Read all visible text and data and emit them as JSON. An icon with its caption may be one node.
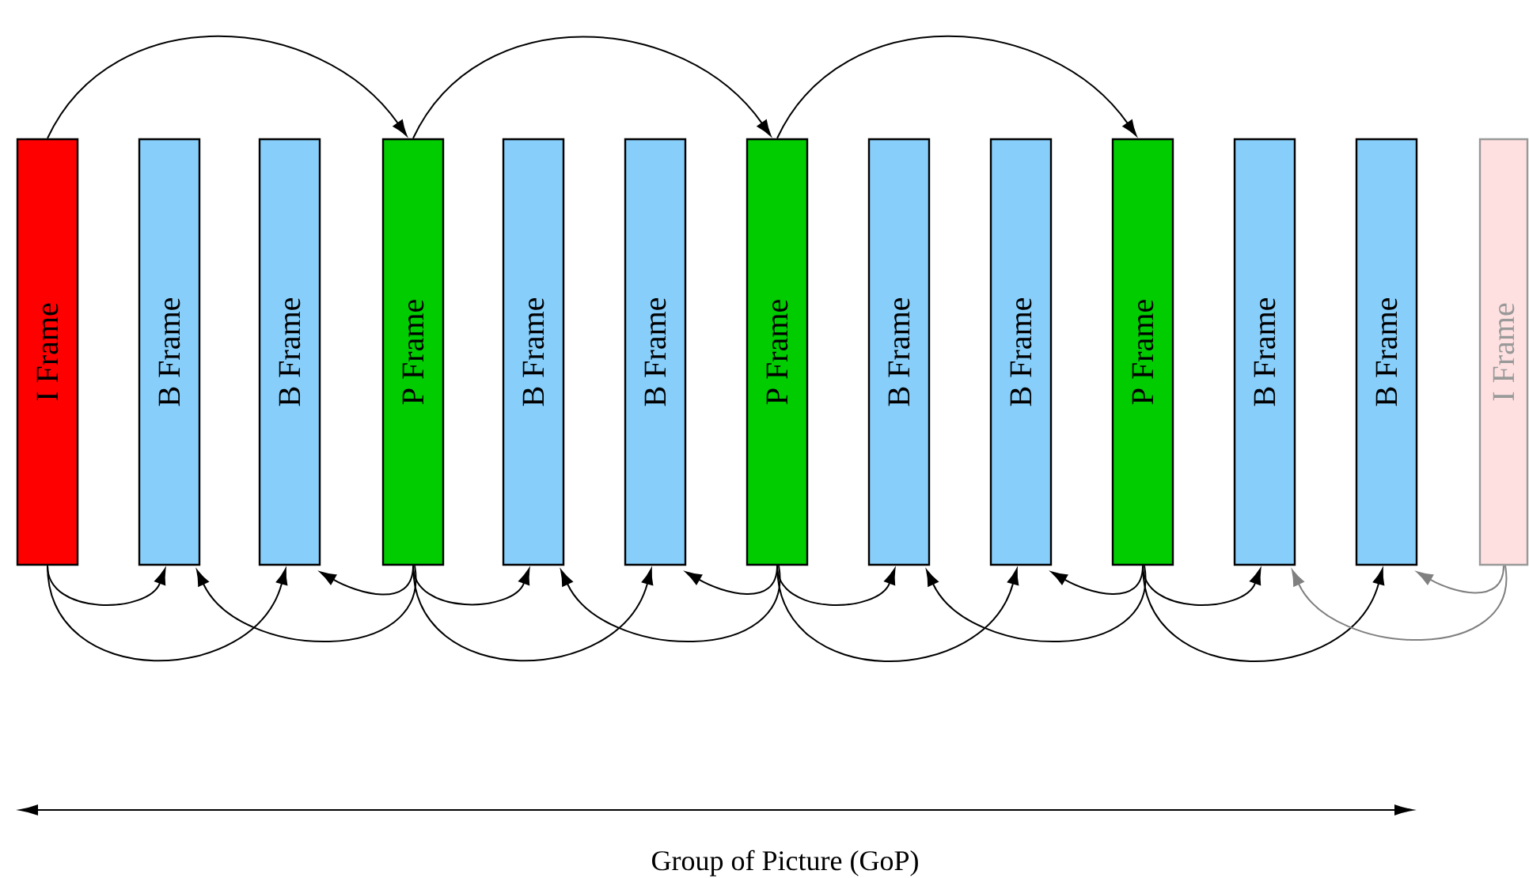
{
  "diagram": {
    "nodes": [
      {
        "text": [
          "I Frame"
        ]
      },
      {
        "text": [
          "B Frame"
        ]
      },
      {
        "text": [
          "B Frame"
        ]
      },
      {
        "text": [
          "P Frame"
        ]
      },
      {
        "text": [
          "B Frame"
        ]
      },
      {
        "text": [
          "B Frame"
        ]
      },
      {
        "text": [
          "P Frame"
        ]
      },
      {
        "text": [
          "B Frame"
        ]
      },
      {
        "text": [
          "B Frame"
        ]
      },
      {
        "text": [
          "P Frame"
        ]
      },
      {
        "text": [
          "B Frame"
        ]
      },
      {
        "text": [
          "B Frame"
        ]
      },
      {
        "text": [
          "I Frame"
        ]
      }
    ],
    "edges": [
      {
        "from": 0,
        "to": 3,
        "arrow": "to"
      },
      {
        "from": 3,
        "to": 6,
        "arrow": "to"
      },
      {
        "from": 6,
        "to": 9,
        "arrow": "to"
      },
      {
        "from": 0,
        "to": 1,
        "arrow": "to"
      },
      {
        "from": 0,
        "to": 2,
        "arrow": "to"
      },
      {
        "from": 3,
        "to": 1,
        "arrow": "to"
      },
      {
        "from": 3,
        "to": 2,
        "arrow": "to"
      },
      {
        "from": 3,
        "to": 4,
        "arrow": "to"
      },
      {
        "from": 3,
        "to": 5,
        "arrow": "to"
      },
      {
        "from": 6,
        "to": 4,
        "arrow": "to"
      },
      {
        "from": 6,
        "to": 5,
        "arrow": "to"
      },
      {
        "from": 6,
        "to": 7,
        "arrow": "to"
      },
      {
        "from": 6,
        "to": 8,
        "arrow": "to"
      },
      {
        "from": 9,
        "to": 7,
        "arrow": "to"
      },
      {
        "from": 9,
        "to": 8,
        "arrow": "to"
      },
      {
        "from": 9,
        "to": 10,
        "arrow": "to"
      },
      {
        "from": 9,
        "to": 11,
        "arrow": "to"
      },
      {
        "from": 12,
        "to": 10,
        "arrow": "to",
        "color": "#808080"
      },
      {
        "from": 12,
        "to": 11,
        "arrow": "to",
        "color": "#808080"
      }
    ],
    "labels": [
      "Group of Picture (GoP)"
    ]
  }
}
